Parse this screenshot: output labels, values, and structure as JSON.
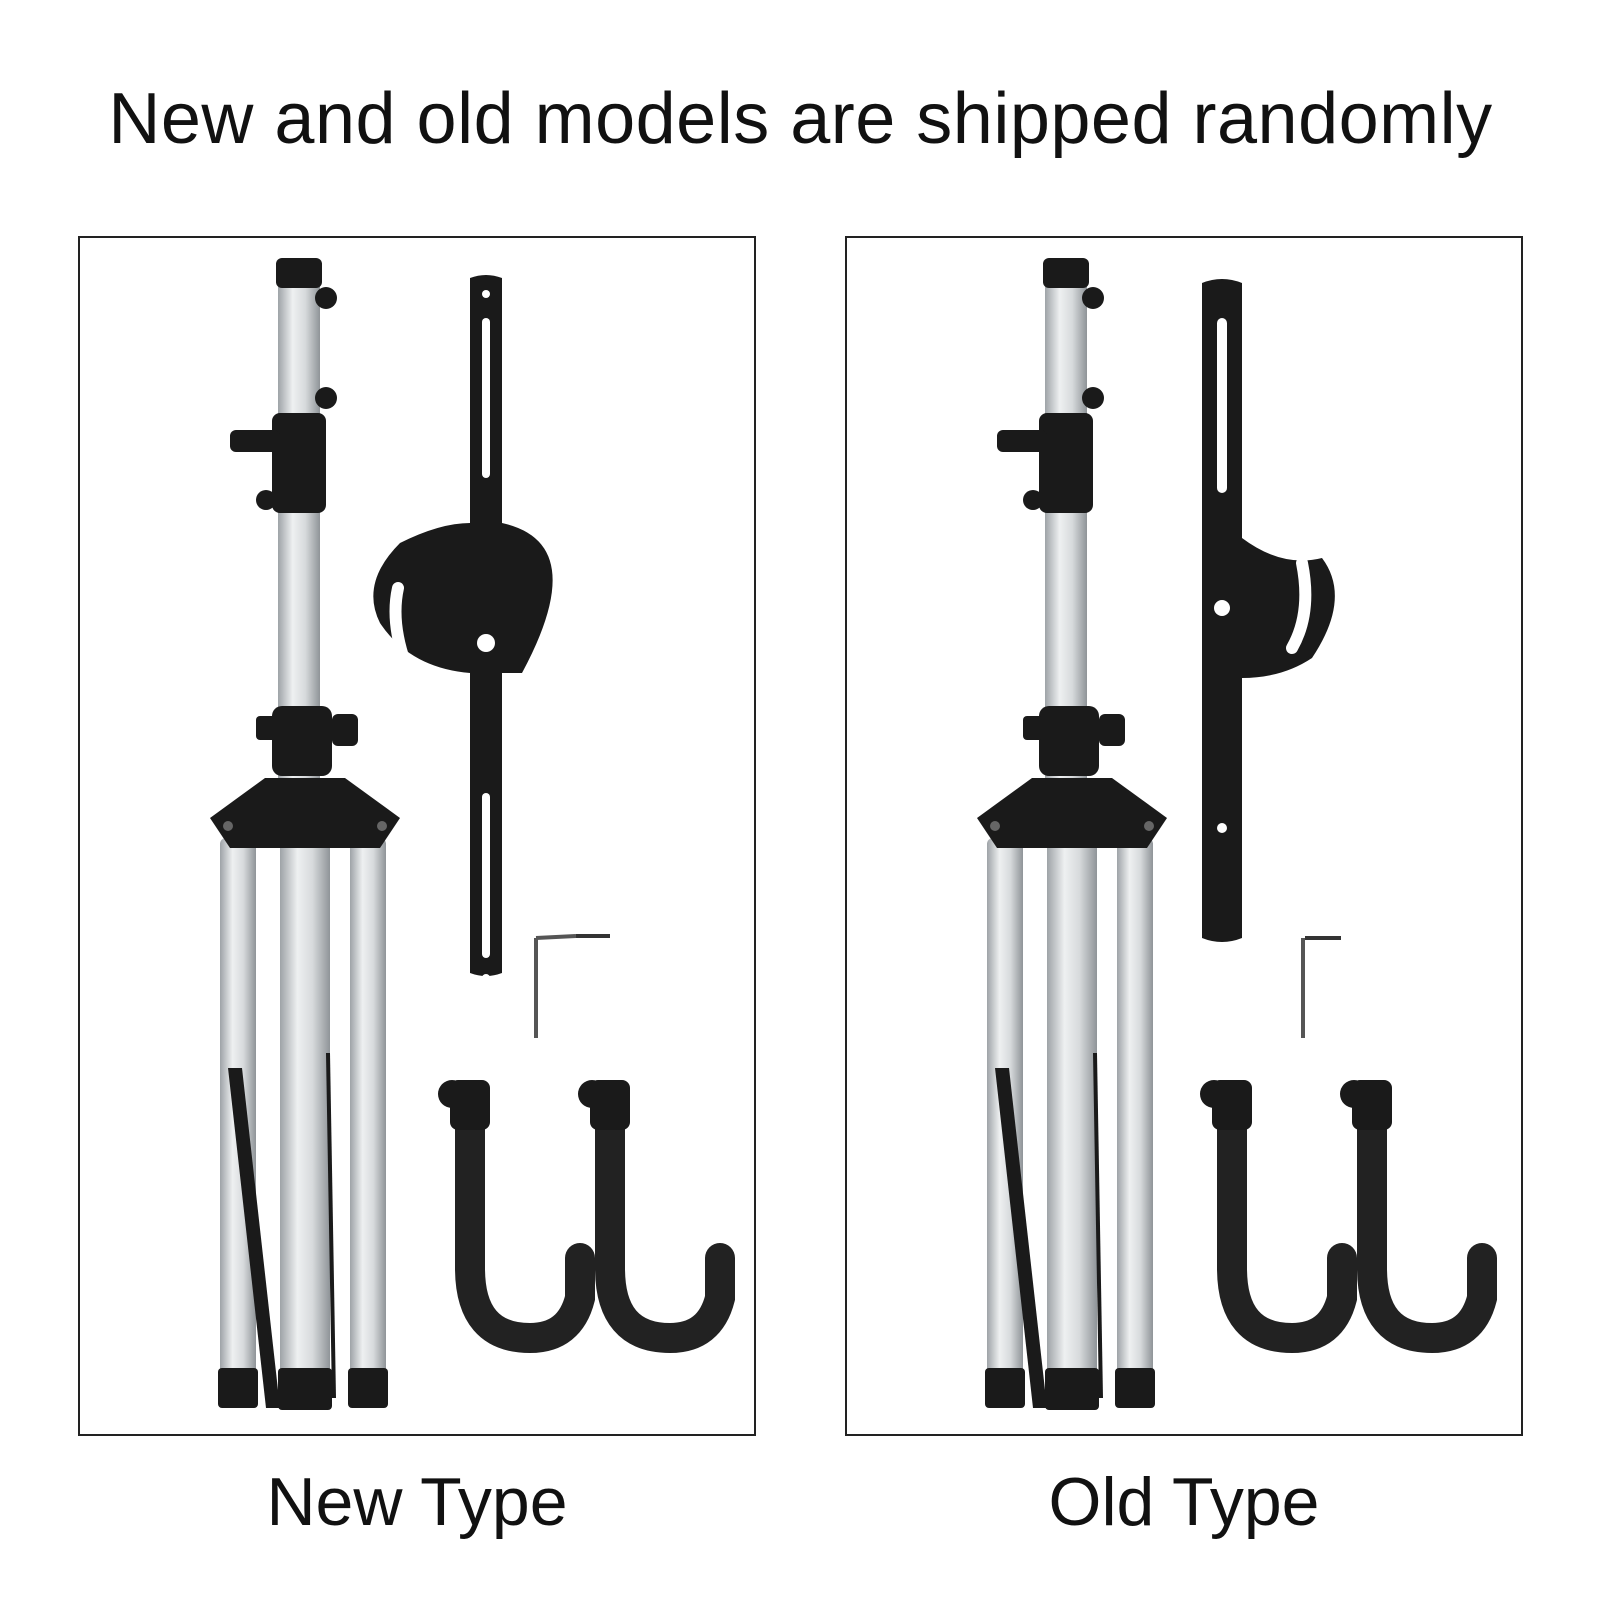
{
  "headline": "New and old models are shipped randomly",
  "panels": [
    {
      "caption": "New Type"
    },
    {
      "caption": "Old Type"
    }
  ],
  "colors": {
    "aluminum": "#cfd3d6",
    "black_part": "#1a1a1a",
    "border": "#222222",
    "text": "#111111"
  }
}
